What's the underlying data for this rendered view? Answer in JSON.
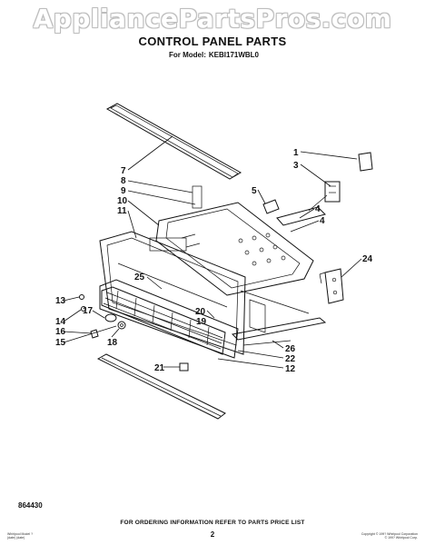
{
  "watermark": "AppliancePartsPros.com",
  "header": {
    "title": "CONTROL PANEL PARTS",
    "model_label": "For Model:",
    "model_number": "KEBI171WBL0"
  },
  "callouts": [
    "1",
    "3",
    "5",
    "4",
    "4",
    "7",
    "8",
    "9",
    "10",
    "11",
    "24",
    "25",
    "13",
    "14",
    "17",
    "16",
    "15",
    "18",
    "20",
    "19",
    "26",
    "22",
    "12",
    "21"
  ],
  "footer": {
    "doc_number": "864430",
    "ordering_note": "FOR ORDERING INFORMATION REFER TO PARTS PRICE LIST",
    "page_number": "2",
    "fine_print_left": [
      "Whirlpool Model ?",
      "(date) (date)"
    ],
    "fine_print_right": [
      "Copyright © 199? Whirlpool Corporation",
      "© 199? Whirlpool Corp."
    ]
  }
}
